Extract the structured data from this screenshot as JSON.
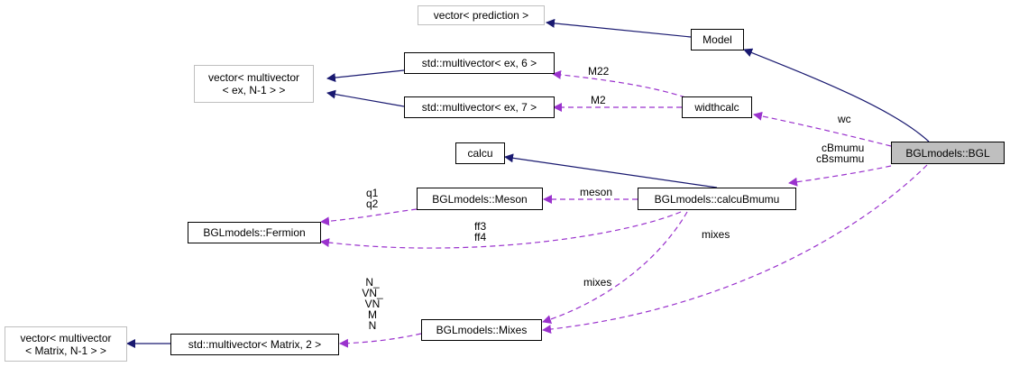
{
  "nodes": {
    "vector_prediction": "vector< prediction >",
    "model": "Model",
    "vector_multivector_ex": [
      "vector< multivector",
      "< ex, N-1 > >"
    ],
    "mv_ex_6": "std::multivector< ex, 6 >",
    "mv_ex_7": "std::multivector< ex, 7 >",
    "widthcalc": "widthcalc",
    "bgl": "BGLmodels::BGL",
    "calcu": "calcu",
    "meson": "BGLmodels::Meson",
    "calcu_bmumu": "BGLmodels::calcuBmumu",
    "fermion": "BGLmodels::Fermion",
    "vector_multivector_matrix": [
      "vector< multivector",
      "< Matrix, N-1 > >"
    ],
    "mv_matrix_2": "std::multivector< Matrix, 2 >",
    "mixes": "BGLmodels::Mixes"
  },
  "edge_labels": {
    "m22": "M22",
    "m2": "M2",
    "wc": "wc",
    "cbmumu": [
      "cBmumu",
      "cBsmumu"
    ],
    "meson": "meson",
    "q": [
      "q1",
      "q2"
    ],
    "ff": [
      "ff3",
      "ff4"
    ],
    "mixes_bgl": "mixes",
    "mixes_calcu": "mixes",
    "n": [
      "N_",
      "VN_",
      "VN",
      "M",
      "N"
    ]
  },
  "colors": {
    "inheritance": "#191970",
    "usage": "#9a32cd",
    "focus_fill": "#bfbfbf",
    "external_border": "#bfbfbf"
  }
}
